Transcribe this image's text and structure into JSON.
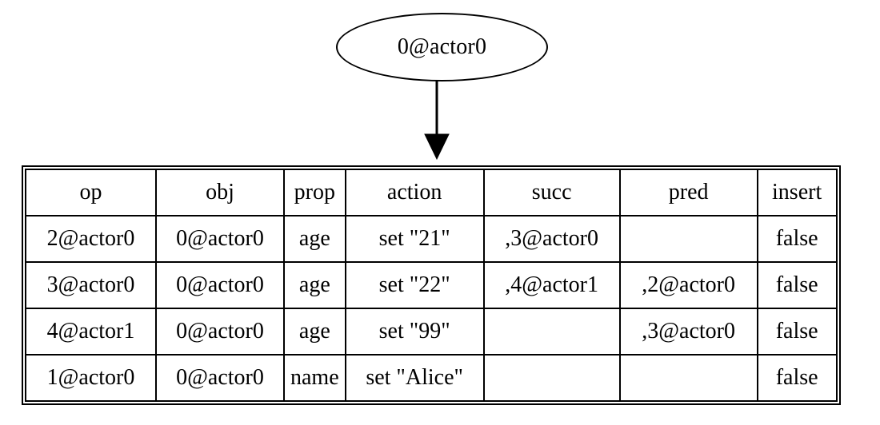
{
  "graph": {
    "type": "directed-graph",
    "nodes": {
      "root": {
        "shape": "ellipse",
        "label": "0@actor0"
      },
      "oplist": {
        "shape": "record-table",
        "columns": [
          "op",
          "obj",
          "prop",
          "action",
          "succ",
          "pred",
          "insert"
        ],
        "rows": [
          {
            "op": "2@actor0",
            "obj": "0@actor0",
            "prop": "age",
            "action": "set \"21\"",
            "succ": ",3@actor0",
            "pred": "",
            "insert": "false"
          },
          {
            "op": "3@actor0",
            "obj": "0@actor0",
            "prop": "age",
            "action": "set \"22\"",
            "succ": ",4@actor1",
            "pred": ",2@actor0",
            "insert": "false"
          },
          {
            "op": "4@actor1",
            "obj": "0@actor0",
            "prop": "age",
            "action": "set \"99\"",
            "succ": "",
            "pred": ",3@actor0",
            "insert": "false"
          },
          {
            "op": "1@actor0",
            "obj": "0@actor0",
            "prop": "name",
            "action": "set \"Alice\"",
            "succ": "",
            "pred": "",
            "insert": "false"
          }
        ]
      }
    },
    "edges": [
      {
        "from": "root",
        "to": "oplist",
        "arrowhead": "normal",
        "direction": "down"
      }
    ],
    "colors": {
      "stroke": "#000000",
      "fill": "#ffffff",
      "text": "#000000"
    }
  }
}
